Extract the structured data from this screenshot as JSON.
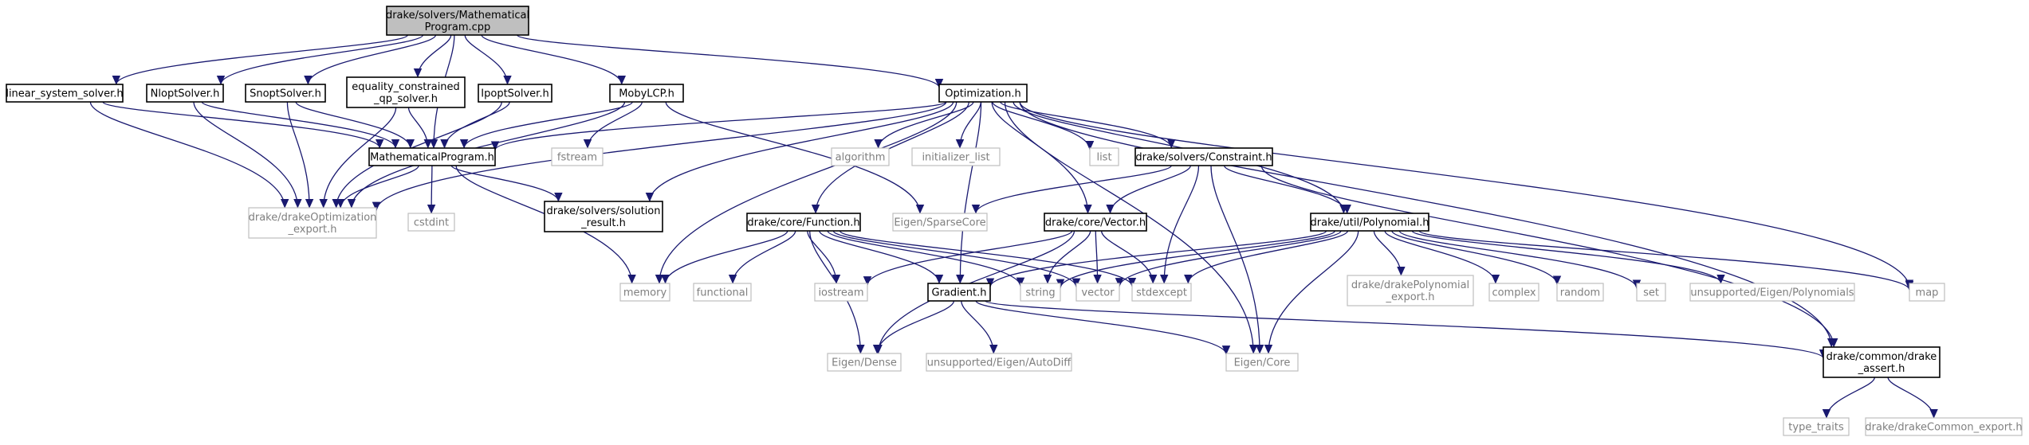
{
  "diagram": {
    "nodes": [
      {
        "id": "root",
        "lines": [
          "drake/solvers/Mathematical",
          "Program.cpp"
        ],
        "kind": "root"
      },
      {
        "id": "lss",
        "lines": [
          "linear_system_solver.h"
        ],
        "kind": "doc"
      },
      {
        "id": "nlopt",
        "lines": [
          "NloptSolver.h"
        ],
        "kind": "doc"
      },
      {
        "id": "snopt",
        "lines": [
          "SnoptSolver.h"
        ],
        "kind": "doc"
      },
      {
        "id": "eqqp",
        "lines": [
          "equality_constrained",
          "_qp_solver.h"
        ],
        "kind": "doc"
      },
      {
        "id": "ipopt",
        "lines": [
          "IpoptSolver.h"
        ],
        "kind": "doc"
      },
      {
        "id": "moby",
        "lines": [
          "MobyLCP.h"
        ],
        "kind": "doc"
      },
      {
        "id": "optim",
        "lines": [
          "Optimization.h"
        ],
        "kind": "doc"
      },
      {
        "id": "mp",
        "lines": [
          "MathematicalProgram.h"
        ],
        "kind": "doc"
      },
      {
        "id": "optexp",
        "lines": [
          "drake/drakeOptimization",
          "_export.h"
        ],
        "kind": "ext"
      },
      {
        "id": "cstdint",
        "lines": [
          "cstdint"
        ],
        "kind": "ext"
      },
      {
        "id": "fstream",
        "lines": [
          "fstream"
        ],
        "kind": "ext"
      },
      {
        "id": "solres",
        "lines": [
          "drake/solvers/solution",
          "_result.h"
        ],
        "kind": "doc"
      },
      {
        "id": "algorithm",
        "lines": [
          "algorithm"
        ],
        "kind": "ext"
      },
      {
        "id": "initlist",
        "lines": [
          "initializer_list"
        ],
        "kind": "ext"
      },
      {
        "id": "list",
        "lines": [
          "list"
        ],
        "kind": "ext"
      },
      {
        "id": "constraint",
        "lines": [
          "drake/solvers/Constraint.h"
        ],
        "kind": "doc"
      },
      {
        "id": "sparse",
        "lines": [
          "Eigen/SparseCore"
        ],
        "kind": "ext"
      },
      {
        "id": "function",
        "lines": [
          "drake/core/Function.h"
        ],
        "kind": "doc"
      },
      {
        "id": "vectorh",
        "lines": [
          "drake/core/Vector.h"
        ],
        "kind": "doc"
      },
      {
        "id": "poly",
        "lines": [
          "drake/util/Polynomial.h"
        ],
        "kind": "doc"
      },
      {
        "id": "memory",
        "lines": [
          "memory"
        ],
        "kind": "ext"
      },
      {
        "id": "functional",
        "lines": [
          "functional"
        ],
        "kind": "ext"
      },
      {
        "id": "iostream",
        "lines": [
          "iostream"
        ],
        "kind": "ext"
      },
      {
        "id": "gradient",
        "lines": [
          "Gradient.h"
        ],
        "kind": "doc"
      },
      {
        "id": "string",
        "lines": [
          "string"
        ],
        "kind": "ext"
      },
      {
        "id": "vector",
        "lines": [
          "vector"
        ],
        "kind": "ext"
      },
      {
        "id": "stdexcept",
        "lines": [
          "stdexcept"
        ],
        "kind": "ext"
      },
      {
        "id": "polyexp",
        "lines": [
          "drake/drakePolynomial",
          "_export.h"
        ],
        "kind": "ext"
      },
      {
        "id": "complex",
        "lines": [
          "complex"
        ],
        "kind": "ext"
      },
      {
        "id": "random",
        "lines": [
          "random"
        ],
        "kind": "ext"
      },
      {
        "id": "set",
        "lines": [
          "set"
        ],
        "kind": "ext"
      },
      {
        "id": "unsupoly",
        "lines": [
          "unsupported/Eigen/Polynomials"
        ],
        "kind": "ext"
      },
      {
        "id": "map",
        "lines": [
          "map"
        ],
        "kind": "ext"
      },
      {
        "id": "dense",
        "lines": [
          "Eigen/Dense"
        ],
        "kind": "ext"
      },
      {
        "id": "autodiff",
        "lines": [
          "unsupported/Eigen/AutoDiff"
        ],
        "kind": "ext"
      },
      {
        "id": "core",
        "lines": [
          "Eigen/Core"
        ],
        "kind": "ext"
      },
      {
        "id": "dassert",
        "lines": [
          "drake/common/drake",
          "_assert.h"
        ],
        "kind": "doc"
      },
      {
        "id": "typetraits",
        "lines": [
          "type_traits"
        ],
        "kind": "ext"
      },
      {
        "id": "commonexp",
        "lines": [
          "drake/drakeCommon_export.h"
        ],
        "kind": "ext"
      }
    ],
    "edges": [
      [
        "root",
        "lss"
      ],
      [
        "root",
        "nlopt"
      ],
      [
        "root",
        "snopt"
      ],
      [
        "root",
        "eqqp"
      ],
      [
        "root",
        "ipopt"
      ],
      [
        "root",
        "moby"
      ],
      [
        "root",
        "optim"
      ],
      [
        "root",
        "mp"
      ],
      [
        "lss",
        "mp"
      ],
      [
        "lss",
        "optexp"
      ],
      [
        "nlopt",
        "mp"
      ],
      [
        "nlopt",
        "optexp"
      ],
      [
        "snopt",
        "mp"
      ],
      [
        "snopt",
        "optexp"
      ],
      [
        "eqqp",
        "mp"
      ],
      [
        "eqqp",
        "optexp"
      ],
      [
        "ipopt",
        "mp"
      ],
      [
        "ipopt",
        "optexp"
      ],
      [
        "moby",
        "mp"
      ],
      [
        "moby",
        "optexp"
      ],
      [
        "moby",
        "fstream"
      ],
      [
        "moby",
        "sparse"
      ],
      [
        "optim",
        "mp"
      ],
      [
        "optim",
        "optexp"
      ],
      [
        "optim",
        "solres"
      ],
      [
        "optim",
        "algorithm"
      ],
      [
        "optim",
        "initlist"
      ],
      [
        "optim",
        "list"
      ],
      [
        "optim",
        "constraint"
      ],
      [
        "optim",
        "function"
      ],
      [
        "optim",
        "vectorh"
      ],
      [
        "optim",
        "poly"
      ],
      [
        "optim",
        "memory"
      ],
      [
        "optim",
        "gradient"
      ],
      [
        "optim",
        "core"
      ],
      [
        "optim",
        "map"
      ],
      [
        "optim",
        "dassert"
      ],
      [
        "mp",
        "optexp"
      ],
      [
        "mp",
        "cstdint"
      ],
      [
        "mp",
        "solres"
      ],
      [
        "mp",
        "memory"
      ],
      [
        "constraint",
        "sparse"
      ],
      [
        "constraint",
        "vectorh"
      ],
      [
        "constraint",
        "poly"
      ],
      [
        "constraint",
        "stdexcept"
      ],
      [
        "constraint",
        "core"
      ],
      [
        "constraint",
        "dassert"
      ],
      [
        "function",
        "memory"
      ],
      [
        "function",
        "functional"
      ],
      [
        "function",
        "iostream"
      ],
      [
        "function",
        "dense"
      ],
      [
        "function",
        "gradient"
      ],
      [
        "function",
        "string"
      ],
      [
        "function",
        "vector"
      ],
      [
        "function",
        "stdexcept"
      ],
      [
        "vectorh",
        "iostream"
      ],
      [
        "vectorh",
        "dense"
      ],
      [
        "vectorh",
        "string"
      ],
      [
        "vectorh",
        "vector"
      ],
      [
        "vectorh",
        "stdexcept"
      ],
      [
        "poly",
        "gradient"
      ],
      [
        "poly",
        "string"
      ],
      [
        "poly",
        "vector"
      ],
      [
        "poly",
        "stdexcept"
      ],
      [
        "poly",
        "polyexp"
      ],
      [
        "poly",
        "complex"
      ],
      [
        "poly",
        "random"
      ],
      [
        "poly",
        "set"
      ],
      [
        "poly",
        "unsupoly"
      ],
      [
        "poly",
        "map"
      ],
      [
        "poly",
        "core"
      ],
      [
        "gradient",
        "dense"
      ],
      [
        "gradient",
        "autodiff"
      ],
      [
        "gradient",
        "core"
      ],
      [
        "gradient",
        "dassert"
      ],
      [
        "dassert",
        "typetraits"
      ],
      [
        "dassert",
        "commonexp"
      ]
    ]
  }
}
